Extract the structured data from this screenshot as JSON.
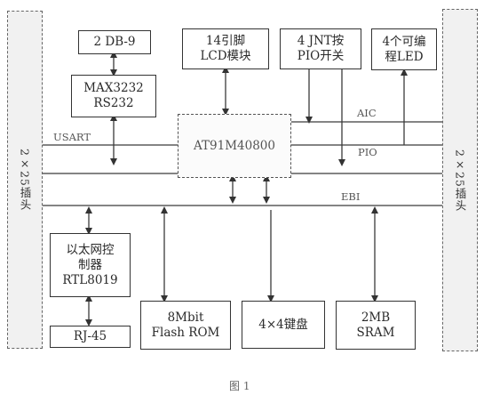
{
  "diagram": {
    "blocks": {
      "db9": [
        "2 DB-9"
      ],
      "max3232": [
        "MAX3232",
        "RS232"
      ],
      "lcd": [
        "14引脚",
        "LCD模块"
      ],
      "jnt": [
        "4 JNT按",
        "PIO开关"
      ],
      "led": [
        "4个可编",
        "程LED"
      ],
      "cpu": [
        "AT91M40800"
      ],
      "ethernet": [
        "以太网控",
        "制器",
        "RTL8019"
      ],
      "rj45": [
        "RJ-45"
      ],
      "flash": [
        "8Mbit",
        "Flash ROM"
      ],
      "keypad": [
        "4×4键盘"
      ],
      "sram": [
        "2MB",
        "SRAM"
      ]
    },
    "left_bus": "2×25插头",
    "right_bus": "2×25插头",
    "signal_labels": {
      "usart": "USART",
      "aic": "AIC",
      "pio": "PIO",
      "ebi": "EBI"
    },
    "caption": "图 1"
  }
}
